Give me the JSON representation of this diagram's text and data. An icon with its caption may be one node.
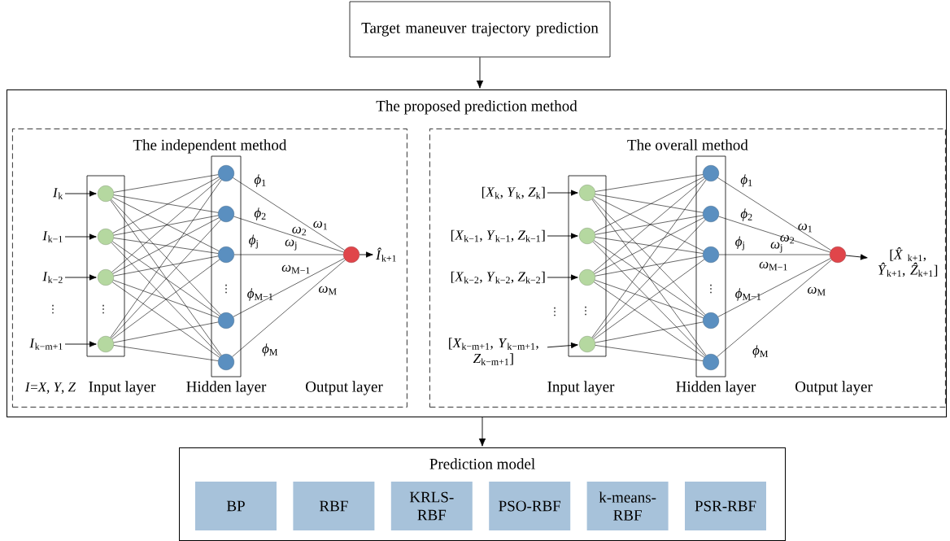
{
  "diagram": {
    "nodes": [
      {
        "text": [
          "Target maneuver trajectory prediction"
        ]
      },
      {
        "text": [
          "The proposed prediction method"
        ]
      },
      {
        "text": [
          "The independent method"
        ],
        "in": 1
      },
      {
        "text": [],
        "shape": "box",
        "in": 2,
        "beside": [
          "Input layer"
        ]
      },
      {
        "text": [],
        "shape": "circle",
        "in": 3
      },
      {
        "text": [],
        "shape": "circle",
        "in": 3
      },
      {
        "text": [],
        "shape": "circle",
        "in": 3
      },
      {
        "text": [],
        "shape": "circle",
        "in": 3
      },
      {
        "text": [],
        "shape": "box",
        "in": 2,
        "beside": [
          "Hidden layer"
        ]
      },
      {
        "text": [],
        "shape": "circle",
        "in": 8,
        "beside": [
          "*ϕ*$_{1}$"
        ]
      },
      {
        "text": [],
        "shape": "circle",
        "in": 8,
        "beside": [
          "*ϕ*$_{2}$"
        ]
      },
      {
        "text": [],
        "shape": "circle",
        "in": 8,
        "beside": [
          "*ϕ*$_{j}$"
        ]
      },
      {
        "text": [],
        "shape": "circle",
        "in": 8,
        "beside": [
          "*ϕ*$_{M−1}$"
        ]
      },
      {
        "text": [],
        "shape": "circle",
        "in": 8,
        "beside": [
          "*ϕ*$_{M}$"
        ]
      },
      {
        "text": [],
        "shape": "circle",
        "in": 2
      },
      {
        "text": [
          "*I*$_{k}$"
        ],
        "in": 2
      },
      {
        "text": [
          "*I*$_{k−1}$"
        ],
        "in": 2
      },
      {
        "text": [
          "*I*$_{k−2}$"
        ],
        "in": 2
      },
      {
        "text": [
          "*I*$_{k−m+1}$"
        ],
        "in": 2
      },
      {
        "text": [
          "*Î*$_{k+1}$"
        ],
        "in": 2
      },
      {
        "text": [
          "The overall method"
        ],
        "in": 1
      },
      {
        "text": [],
        "shape": "box",
        "in": 20,
        "beside": [
          "Input layer"
        ]
      },
      {
        "text": [],
        "shape": "circle",
        "in": 21
      },
      {
        "text": [],
        "shape": "circle",
        "in": 21
      },
      {
        "text": [],
        "shape": "circle",
        "in": 21
      },
      {
        "text": [],
        "shape": "circle",
        "in": 21
      },
      {
        "text": [],
        "shape": "box",
        "in": 20,
        "beside": [
          "Hidden layer"
        ]
      },
      {
        "text": [],
        "shape": "circle",
        "in": 26,
        "beside": [
          "*ϕ*$_{1}$"
        ]
      },
      {
        "text": [],
        "shape": "circle",
        "in": 26,
        "beside": [
          "*ϕ*$_{2}$"
        ]
      },
      {
        "text": [],
        "shape": "circle",
        "in": 26,
        "beside": [
          "*ϕ*$_{j}$"
        ]
      },
      {
        "text": [],
        "shape": "circle",
        "in": 26,
        "beside": [
          "*ϕ*$_{M−1}$"
        ]
      },
      {
        "text": [],
        "shape": "circle",
        "in": 26,
        "beside": [
          "*ϕ*$_{M}$"
        ]
      },
      {
        "text": [],
        "shape": "circle",
        "in": 20
      },
      {
        "text": [
          "[*X*$_{k}$, *Y*$_{k}$, *Z*$_{k}$]"
        ],
        "in": 20
      },
      {
        "text": [
          "[*X*$_{k−1}$, *Y*$_{k−1}$, *Z*$_{k−1}$]"
        ],
        "in": 20
      },
      {
        "text": [
          "[*X*$_{k−2}$, *Y*$_{k−2}$, *Z*$_{k−2}$]"
        ],
        "in": 20
      },
      {
        "text": [
          "[*X*$_{k−m+1}$, *Y*$_{k−m+1}$, *Z*$_{k−m+1}$]"
        ],
        "in": 20
      },
      {
        "text": [
          "[*X̂*$_{k+1}$, *Ŷ*$_{k+1}$, *Ẑ*$_{k+1}$]"
        ],
        "in": 20
      },
      {
        "text": [
          "Prediction model"
        ]
      },
      {
        "text": [
          "BP"
        ],
        "in": 38
      },
      {
        "text": [
          "RBF"
        ],
        "in": 38
      },
      {
        "text": [
          "KRLS-RBF"
        ],
        "in": 38
      },
      {
        "text": [
          "PSO-RBF"
        ],
        "in": 38
      },
      {
        "text": [
          "k-means-RBF"
        ],
        "in": 38
      },
      {
        "text": [
          "PSR-RBF"
        ],
        "in": 38
      }
    ],
    "edges": [
      {
        "from": 0,
        "to": 1,
        "arrow": "to"
      },
      {
        "from": 1,
        "to": 38,
        "arrow": "to"
      },
      {
        "from": 15,
        "to": 4,
        "arrow": "to"
      },
      {
        "from": 16,
        "to": 5,
        "arrow": "to"
      },
      {
        "from": 17,
        "to": 6,
        "arrow": "to"
      },
      {
        "from": 18,
        "to": 7,
        "arrow": "to"
      },
      {
        "from": 4,
        "to": 9,
        "arrow": "none"
      },
      {
        "from": 4,
        "to": 10,
        "arrow": "none"
      },
      {
        "from": 4,
        "to": 11,
        "arrow": "none"
      },
      {
        "from": 4,
        "to": 12,
        "arrow": "none"
      },
      {
        "from": 4,
        "to": 13,
        "arrow": "none"
      },
      {
        "from": 5,
        "to": 9,
        "arrow": "none"
      },
      {
        "from": 5,
        "to": 10,
        "arrow": "none"
      },
      {
        "from": 5,
        "to": 11,
        "arrow": "none"
      },
      {
        "from": 5,
        "to": 12,
        "arrow": "none"
      },
      {
        "from": 5,
        "to": 13,
        "arrow": "none"
      },
      {
        "from": 6,
        "to": 9,
        "arrow": "none"
      },
      {
        "from": 6,
        "to": 10,
        "arrow": "none"
      },
      {
        "from": 6,
        "to": 11,
        "arrow": "none"
      },
      {
        "from": 6,
        "to": 12,
        "arrow": "none"
      },
      {
        "from": 6,
        "to": 13,
        "arrow": "none"
      },
      {
        "from": 7,
        "to": 9,
        "arrow": "none"
      },
      {
        "from": 7,
        "to": 10,
        "arrow": "none"
      },
      {
        "from": 7,
        "to": 11,
        "arrow": "none"
      },
      {
        "from": 7,
        "to": 12,
        "arrow": "none"
      },
      {
        "from": 7,
        "to": 13,
        "arrow": "none"
      },
      {
        "from": 9,
        "to": 14,
        "arrow": "none",
        "label": "*ω*$_{1}$"
      },
      {
        "from": 10,
        "to": 14,
        "arrow": "none",
        "label": "*ω*$_{2}$"
      },
      {
        "from": 11,
        "to": 14,
        "arrow": "none",
        "label": "*ω*$_{j}$"
      },
      {
        "from": 12,
        "to": 14,
        "arrow": "none",
        "label": "*ω*$_{M−1}$"
      },
      {
        "from": 13,
        "to": 14,
        "arrow": "none",
        "label": "*ω*$_{M}$"
      },
      {
        "from": 14,
        "to": 19,
        "arrow": "to"
      },
      {
        "from": 33,
        "to": 22,
        "arrow": "to"
      },
      {
        "from": 34,
        "to": 23,
        "arrow": "to"
      },
      {
        "from": 35,
        "to": 24,
        "arrow": "to"
      },
      {
        "from": 36,
        "to": 25,
        "arrow": "to"
      },
      {
        "from": 22,
        "to": 27,
        "arrow": "none"
      },
      {
        "from": 22,
        "to": 28,
        "arrow": "none"
      },
      {
        "from": 22,
        "to": 29,
        "arrow": "none"
      },
      {
        "from": 22,
        "to": 30,
        "arrow": "none"
      },
      {
        "from": 22,
        "to": 31,
        "arrow": "none"
      },
      {
        "from": 23,
        "to": 27,
        "arrow": "none"
      },
      {
        "from": 23,
        "to": 28,
        "arrow": "none"
      },
      {
        "from": 23,
        "to": 29,
        "arrow": "none"
      },
      {
        "from": 23,
        "to": 30,
        "arrow": "none"
      },
      {
        "from": 23,
        "to": 31,
        "arrow": "none"
      },
      {
        "from": 24,
        "to": 27,
        "arrow": "none"
      },
      {
        "from": 24,
        "to": 28,
        "arrow": "none"
      },
      {
        "from": 24,
        "to": 29,
        "arrow": "none"
      },
      {
        "from": 24,
        "to": 30,
        "arrow": "none"
      },
      {
        "from": 24,
        "to": 31,
        "arrow": "none"
      },
      {
        "from": 25,
        "to": 27,
        "arrow": "none"
      },
      {
        "from": 25,
        "to": 28,
        "arrow": "none"
      },
      {
        "from": 25,
        "to": 29,
        "arrow": "none"
      },
      {
        "from": 25,
        "to": 30,
        "arrow": "none"
      },
      {
        "from": 25,
        "to": 31,
        "arrow": "none"
      },
      {
        "from": 27,
        "to": 32,
        "arrow": "none",
        "label": "*ω*$_{1}$"
      },
      {
        "from": 28,
        "to": 32,
        "arrow": "none",
        "label": "*ω*$_{2}$"
      },
      {
        "from": 29,
        "to": 32,
        "arrow": "none",
        "label": "*ω*$_{j}$"
      },
      {
        "from": 30,
        "to": 32,
        "arrow": "none",
        "label": "*ω*$_{M−1}$"
      },
      {
        "from": 31,
        "to": 32,
        "arrow": "none",
        "label": "*ω*$_{M}$"
      },
      {
        "from": 32,
        "to": 37,
        "arrow": "to"
      }
    ],
    "labels": [
      "⋮",
      "⋮",
      "⋮",
      "*I*=*X*, *Y*, *Z*",
      "Output layer",
      "⋮",
      "⋮",
      "⋮",
      "Output layer"
    ]
  }
}
